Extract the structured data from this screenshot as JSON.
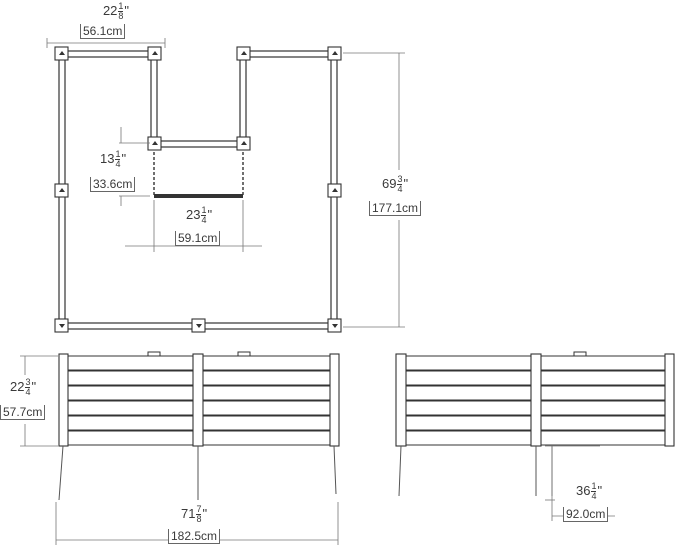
{
  "dimensions": {
    "module_width": {
      "whole": "22",
      "num": "1",
      "den": "8",
      "unit": "\"",
      "metric": "56.1cm"
    },
    "opening_depth": {
      "whole": "13",
      "num": "1",
      "den": "4",
      "unit": "\"",
      "metric": "33.6cm"
    },
    "opening_width": {
      "whole": "23",
      "num": "1",
      "den": "4",
      "unit": "\"",
      "metric": "59.1cm"
    },
    "overall_depth": {
      "whole": "69",
      "num": "3",
      "den": "4",
      "unit": "\"",
      "metric": "177.1cm"
    },
    "height": {
      "whole": "22",
      "num": "3",
      "den": "4",
      "unit": "\"",
      "metric": "57.7cm"
    },
    "overall_length": {
      "whole": "71",
      "num": "7",
      "den": "8",
      "unit": "\"",
      "metric": "182.5cm"
    },
    "leg_height": {
      "whole": "36",
      "num": "1",
      "den": "4",
      "unit": "\"",
      "metric": "92.0cm"
    }
  }
}
